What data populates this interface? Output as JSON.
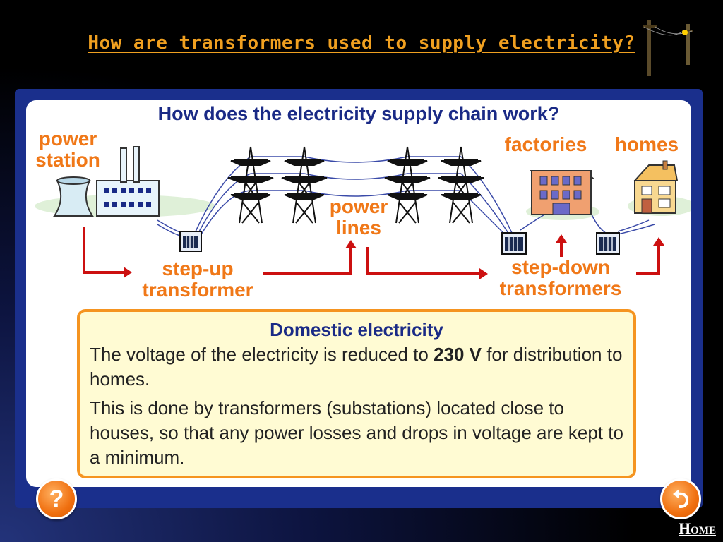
{
  "slide": {
    "title": "How are transformers used to supply electricity?",
    "home_label": "Home"
  },
  "diagram": {
    "heading": "How does the electricity supply chain work?",
    "labels": {
      "power_station_line1": "power",
      "power_station_line2": "station",
      "power_lines_line1": "power",
      "power_lines_line2": "lines",
      "step_up_line1": "step-up",
      "step_up_line2": "transformer",
      "factories": "factories",
      "homes": "homes",
      "step_down_line1": "step-down",
      "step_down_line2": "transformers"
    },
    "colors": {
      "label_orange": "#f07818",
      "arrow_red": "#cc1010",
      "heading_blue": "#1a2a86"
    }
  },
  "info": {
    "title": "Domestic electricity",
    "p1_before": "The voltage of the electricity is reduced to ",
    "p1_bold": "230 V",
    "p1_after": " for distribution to homes.",
    "p2": "This is done by transformers (substations) located close to houses, so that any power losses and drops in voltage are kept to a minimum."
  },
  "buttons": {
    "help_symbol": "?",
    "back_icon": "undo-arrow-icon"
  }
}
